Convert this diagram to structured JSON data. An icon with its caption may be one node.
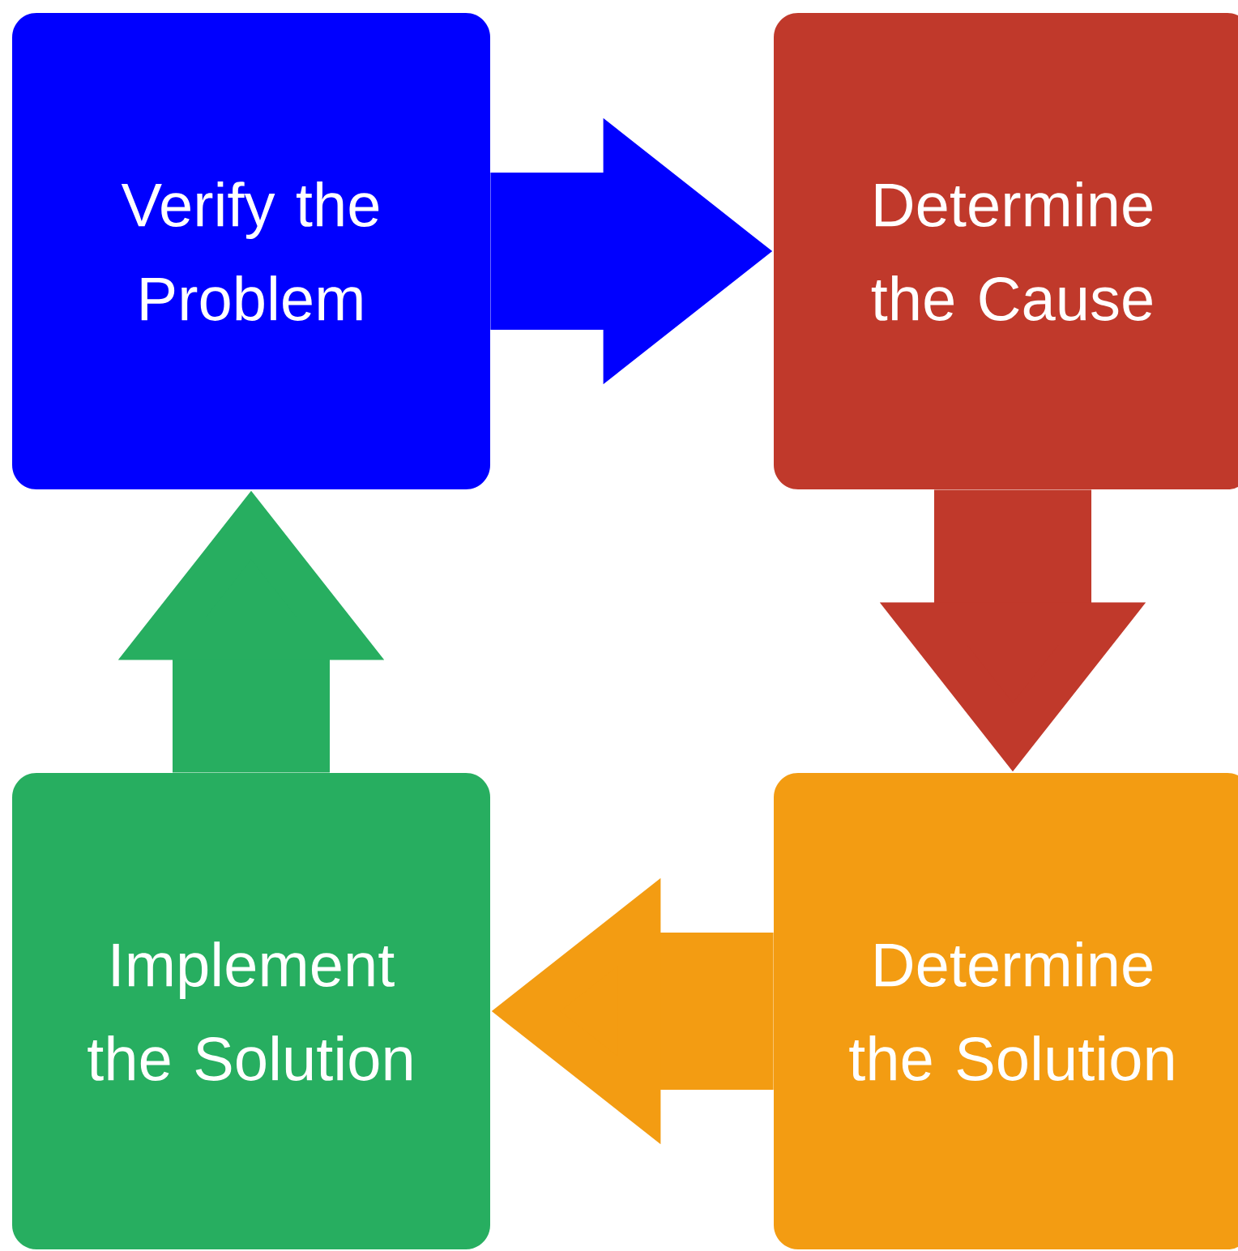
{
  "diagram": {
    "nodes": [
      {
        "text": [
          "Verify the Problem"
        ]
      },
      {
        "text": [
          "Determine the Cause"
        ]
      },
      {
        "text": [
          "Determine the Solution"
        ]
      },
      {
        "text": [
          "Implement the Solution"
        ]
      }
    ],
    "edges": [
      {
        "from": 0,
        "to": 1,
        "arrow": "to",
        "color": "#0000ff"
      },
      {
        "from": 1,
        "to": 2,
        "arrow": "to",
        "color": "#c0392b"
      },
      {
        "from": 2,
        "to": 3,
        "arrow": "to",
        "color": "#f39c12"
      },
      {
        "from": 3,
        "to": 0,
        "arrow": "to",
        "color": "#27ae60"
      }
    ]
  }
}
